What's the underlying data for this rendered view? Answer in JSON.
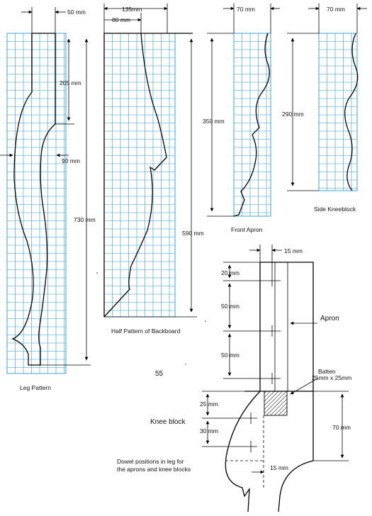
{
  "leg_pattern": {
    "caption": "Leg Pattern",
    "dim_top_width": "50 mm",
    "dim_top_height": "205 mm",
    "dim_mid_width": "90 mm",
    "dim_total_height": "730 mm"
  },
  "backboard": {
    "caption": "Half Pattern of Backboard",
    "dim_full_width": "135mm",
    "dim_top_width": "80 mm",
    "dim_height": "590 mm"
  },
  "front_apron": {
    "caption": "Front Apron",
    "dim_width": "70 mm",
    "dim_height": "350 mm"
  },
  "side_kneeblock": {
    "caption": "Side Kneeblock",
    "dim_width": "70 mm",
    "dim_height": "290 mm"
  },
  "page_number": "55",
  "dowel_detail": {
    "dim_top_width": "15 mm",
    "dim_a": "20 mm",
    "dim_b": "50 mm",
    "dim_c": "50 mm",
    "label_apron": "Apron",
    "label_batten_1": "Batten",
    "label_batten_2": "25mm x 25mm",
    "label_knee_block": "Knee block",
    "dim_d": "25 mm",
    "dim_e": "30 mm",
    "dim_right": "70 mm",
    "dim_bottom": "15 mm",
    "note_line1": "Dowel positions in leg for",
    "note_line2": "the aprons and knee blocks"
  }
}
